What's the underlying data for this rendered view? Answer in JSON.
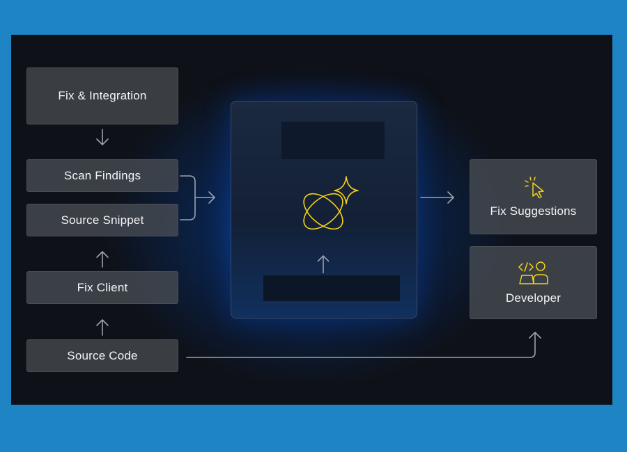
{
  "left_column": {
    "fix_integration": "Fix & Integration",
    "scan_findings": "Scan Findings",
    "source_snippet": "Source Snippet",
    "fix_client": "Fix Client",
    "source_code": "Source Code"
  },
  "right_column": {
    "fix_suggestions": "Fix Suggestions",
    "developer": "Developer"
  },
  "icons": {
    "center": "ai-orbit-sparkle-icon",
    "fix_suggestions": "cursor-click-icon",
    "developer": "developer-code-icon"
  },
  "colors": {
    "background": "#1f84c3",
    "canvas": "#0e1118",
    "box": "#3a3d42",
    "accent_yellow": "#f5d21a",
    "glow_blue": "#0a6cff"
  }
}
